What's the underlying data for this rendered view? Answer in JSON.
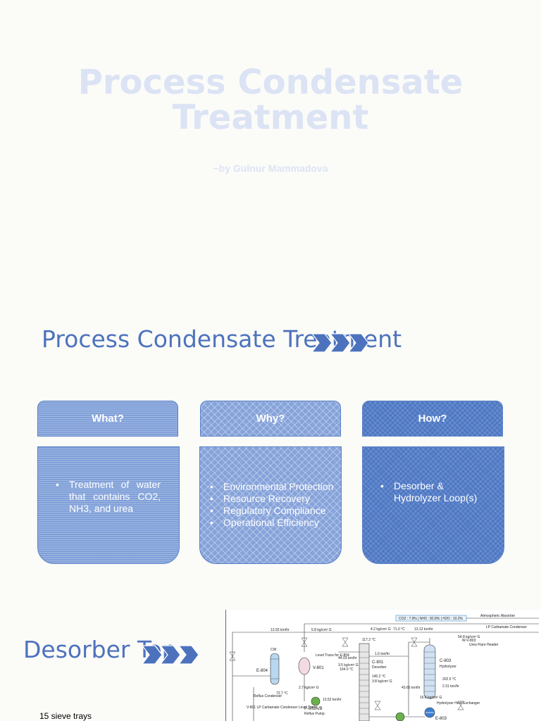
{
  "slide1": {
    "title_line1": "Process Condensate",
    "title_line2": "Treatment",
    "subtitle": "~by Gulnur Mammadova"
  },
  "slide2": {
    "title": "Process Condensate Treatment",
    "cards": [
      {
        "heading": "What?",
        "bullets": [
          "Treatment of water that contains CO2, NH3, and urea"
        ]
      },
      {
        "heading": "Why?",
        "bullets": [
          "Environmental Protection",
          "Resource Recovery",
          "Regulatory Compliance",
          "Operational Efficiency"
        ]
      },
      {
        "heading": "How?",
        "bullets": [
          "Desorber & Hydrolyzer Loop(s)"
        ]
      }
    ]
  },
  "slide3": {
    "title": "Desorber Top",
    "note": "15 sieve trays",
    "diagram": {
      "header_box": "CO2 : 7.9% | NH3 : 82.8% | H2O : 10.2%",
      "atm_absorber": "Atmospheric Absorber",
      "lp_condenser": "LP Carbamate Condenser",
      "flow_13_93": "13.93 ton/hr",
      "flow_58": "5.8 kg/cm² G",
      "flow_42": "4.2 kg/cm² G",
      "temp_710": "71.0 °C",
      "flow_1312": "13.12 ton/hr",
      "steam_54": "54.8 kg/cm² G",
      "wv803": "W-V-803",
      "urea_flare": "Urea Flare Header",
      "cw": "CW",
      "e804": "E-804",
      "reflux_condenser": "Reflux Condenser",
      "v801": "V-801",
      "level_trans": "Level Trans for E-804",
      "flow_4403": "44.03 ton/hr",
      "p35": "3.5 kg/cm² G",
      "t1040": "104.0 °C",
      "c801": "C-801",
      "desorber": "Desorber",
      "t1402": "140.2 °C",
      "p38": "3.8 kg/cm² G",
      "c803": "C-803",
      "hydrolyzer": "Hydrolyzer",
      "t2025": "202.5 °C",
      "p231": "2.31 ton/hr",
      "hx": "Hydrolyzer Heat Exchanger",
      "e803": "E-803",
      "p802": "P-802A/B",
      "reflux_pump": "Reflux Pump",
      "t727": "72.7 °C",
      "v801_level": "V-801 LP Carbamate Condenser Level Trans",
      "flow_1352": "13.52 ton/hr",
      "p27": "2.7 kg/cm² G",
      "t1172": "117.2 °C",
      "flow_16": "1.6 ton/hr",
      "flow_4365": "43.65 ton/hr",
      "p166": "16.6 kg/cm² G"
    }
  }
}
